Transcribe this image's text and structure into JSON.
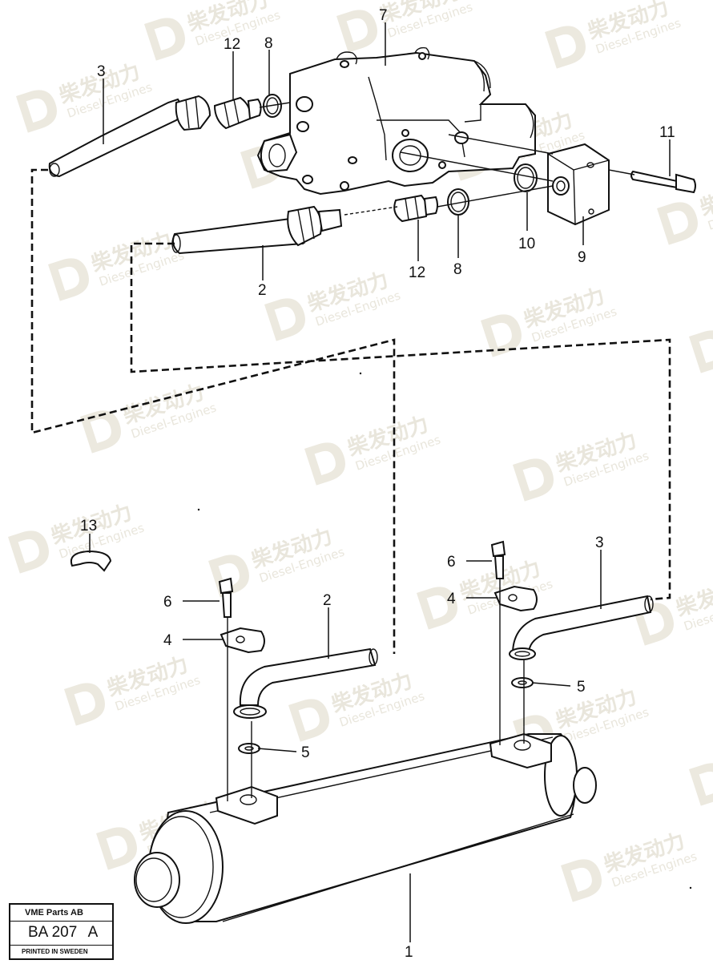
{
  "watermark": {
    "brand_cn": "柴发动力",
    "brand_en": "Diesel-Engines"
  },
  "callouts": {
    "c1": "1",
    "c2_top": "2",
    "c2_bottom": "2",
    "c3_top": "3",
    "c3_bottom": "3",
    "c4_left": "4",
    "c4_right": "4",
    "c5_left": "5",
    "c5_right": "5",
    "c6_left": "6",
    "c6_right": "6",
    "c7": "7",
    "c8_top": "8",
    "c8_bottom": "8",
    "c9": "9",
    "c10": "10",
    "c11": "11",
    "c12_top": "12",
    "c12_bottom": "12",
    "c13": "13"
  },
  "title_block": {
    "company": "VME Parts AB",
    "drawing_no": "BA 207",
    "revision": "A",
    "printed": "PRINTED IN SWEDEN"
  }
}
